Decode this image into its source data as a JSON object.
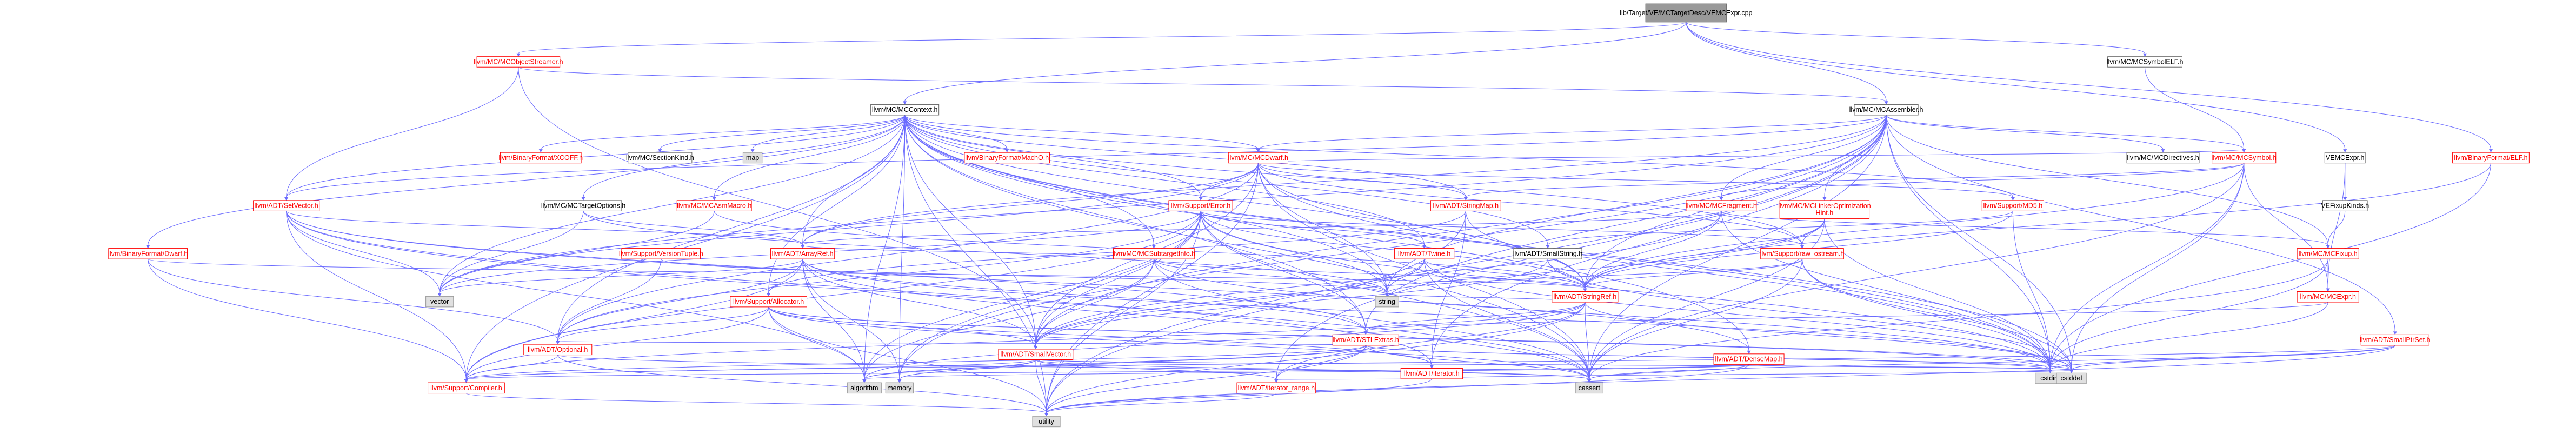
{
  "colors": {
    "root_fill": "#999999",
    "link_fill": "#ffffff",
    "link_stroke": "#ff0000",
    "link_text": "#ff0000",
    "plain_fill": "#ffffff",
    "plain_stroke": "#666666",
    "plain_text": "#000000",
    "system_fill": "#e0e0e0",
    "system_stroke": "#999999",
    "edge": "#6a6aff"
  },
  "nodes": [
    {
      "id": "root",
      "label": "lib/Target/VE/MCTargetDesc/VEMCExpr.cpp",
      "kind": "root"
    },
    {
      "id": "objstreamer",
      "label": "llvm/MC/MCObjectStreamer.h",
      "kind": "link"
    },
    {
      "id": "mccontext",
      "label": "llvm/MC/MCContext.h",
      "kind": "plain"
    },
    {
      "id": "mcassembler",
      "label": "llvm/MC/MCAssembler.h",
      "kind": "plain"
    },
    {
      "id": "mcsymbolelf",
      "label": "llvm/MC/MCSymbolELF.h",
      "kind": "plain"
    },
    {
      "id": "xcoff",
      "label": "llvm/BinaryFormat/XCOFF.h",
      "kind": "link"
    },
    {
      "id": "sectionkind",
      "label": "llvm/MC/SectionKind.h",
      "kind": "plain"
    },
    {
      "id": "map",
      "label": "map",
      "kind": "system"
    },
    {
      "id": "macho",
      "label": "llvm/BinaryFormat/MachO.h",
      "kind": "link"
    },
    {
      "id": "mcdwarf",
      "label": "llvm/MC/MCDwarf.h",
      "kind": "link"
    },
    {
      "id": "stringmap",
      "label": "llvm/ADT/StringMap.h",
      "kind": "link"
    },
    {
      "id": "mcfragment",
      "label": "llvm/MC/MCFragment.h",
      "kind": "link"
    },
    {
      "id": "mclinker",
      "label": "llvm/MC/MCLinkerOptimization\nHint.h",
      "kind": "link"
    },
    {
      "id": "md5",
      "label": "llvm/Support/MD5.h",
      "kind": "link"
    },
    {
      "id": "mcdirectives",
      "label": "llvm/MC/MCDirectives.h",
      "kind": "plain"
    },
    {
      "id": "mcsymbol",
      "label": "llvm/MC/MCSymbol.h",
      "kind": "link"
    },
    {
      "id": "vemcexpr",
      "label": "VEMCExpr.h",
      "kind": "plain"
    },
    {
      "id": "elf",
      "label": "llvm/BinaryFormat/ELF.h",
      "kind": "link"
    },
    {
      "id": "vefixupkinds",
      "label": "VEFixupKinds.h",
      "kind": "plain"
    },
    {
      "id": "mcfixup",
      "label": "llvm/MC/MCFixup.h",
      "kind": "link"
    },
    {
      "id": "mcexpr",
      "label": "llvm/MC/MCExpr.h",
      "kind": "link"
    },
    {
      "id": "setvector",
      "label": "llvm/ADT/SetVector.h",
      "kind": "link"
    },
    {
      "id": "dwarf",
      "label": "llvm/BinaryFormat/Dwarf.h",
      "kind": "link"
    },
    {
      "id": "targetoptions",
      "label": "llvm/MC/MCTargetOptions.h",
      "kind": "plain"
    },
    {
      "id": "asmmacro",
      "label": "llvm/MC/MCAsmMacro.h",
      "kind": "link"
    },
    {
      "id": "error",
      "label": "llvm/Support/Error.h",
      "kind": "link"
    },
    {
      "id": "versiontuple",
      "label": "llvm/Support/VersionTuple.h",
      "kind": "link"
    },
    {
      "id": "arrayref",
      "label": "llvm/ADT/ArrayRef.h",
      "kind": "link"
    },
    {
      "id": "subtargetinfo",
      "label": "llvm/MC/MCSubtargetInfo.h",
      "kind": "link"
    },
    {
      "id": "twine",
      "label": "llvm/ADT/Twine.h",
      "kind": "link"
    },
    {
      "id": "smallstring",
      "label": "llvm/ADT/SmallString.h",
      "kind": "plain"
    },
    {
      "id": "rawostream",
      "label": "llvm/Support/raw_ostream.h",
      "kind": "link"
    },
    {
      "id": "stringref",
      "label": "llvm/ADT/StringRef.h",
      "kind": "link"
    },
    {
      "id": "vector",
      "label": "vector",
      "kind": "system"
    },
    {
      "id": "string",
      "label": "string",
      "kind": "system"
    },
    {
      "id": "allocator",
      "label": "llvm/Support/Allocator.h",
      "kind": "link"
    },
    {
      "id": "stlextras",
      "label": "llvm/ADT/STLExtras.h",
      "kind": "link"
    },
    {
      "id": "optional",
      "label": "llvm/ADT/Optional.h",
      "kind": "link"
    },
    {
      "id": "smallvector",
      "label": "llvm/ADT/SmallVector.h",
      "kind": "link"
    },
    {
      "id": "iterator",
      "label": "llvm/ADT/iterator.h",
      "kind": "link"
    },
    {
      "id": "densemap",
      "label": "llvm/ADT/DenseMap.h",
      "kind": "link"
    },
    {
      "id": "smallptrset",
      "label": "llvm/ADT/SmallPtrSet.h",
      "kind": "link"
    },
    {
      "id": "cstdint",
      "label": "cstdint",
      "kind": "system"
    },
    {
      "id": "compiler",
      "label": "llvm/Support/Compiler.h",
      "kind": "link"
    },
    {
      "id": "algorithm",
      "label": "algorithm",
      "kind": "system"
    },
    {
      "id": "memory",
      "label": "memory",
      "kind": "system"
    },
    {
      "id": "iterrange",
      "label": "llvm/ADT/iterator_range.h",
      "kind": "link"
    },
    {
      "id": "cassert",
      "label": "cassert",
      "kind": "system"
    },
    {
      "id": "cstddef",
      "label": "cstddef",
      "kind": "system"
    },
    {
      "id": "utility",
      "label": "utility",
      "kind": "system"
    }
  ],
  "edges": [
    [
      "root",
      "objstreamer"
    ],
    [
      "root",
      "mccontext"
    ],
    [
      "root",
      "mcassembler"
    ],
    [
      "root",
      "mcsymbolelf"
    ],
    [
      "root",
      "vemcexpr"
    ],
    [
      "root",
      "elf"
    ],
    [
      "objstreamer",
      "mcassembler"
    ],
    [
      "objstreamer",
      "setvector"
    ],
    [
      "objstreamer",
      "smallvector"
    ],
    [
      "mcassembler",
      "mcdwarf"
    ],
    [
      "mcassembler",
      "mcfragment"
    ],
    [
      "mcassembler",
      "mclinker"
    ],
    [
      "mcassembler",
      "mcdirectives"
    ],
    [
      "mcassembler",
      "mcsymbol"
    ],
    [
      "mcassembler",
      "mcfixup"
    ],
    [
      "mcassembler",
      "stringref"
    ],
    [
      "mcassembler",
      "smallptrset"
    ],
    [
      "mcassembler",
      "smallvector"
    ],
    [
      "mcassembler",
      "iterator"
    ],
    [
      "mcassembler",
      "iterrange"
    ],
    [
      "mcassembler",
      "cassert"
    ],
    [
      "mcassembler",
      "cstddef"
    ],
    [
      "mcassembler",
      "cstdint"
    ],
    [
      "mcassembler",
      "string"
    ],
    [
      "mcassembler",
      "memory"
    ],
    [
      "mcassembler",
      "utility"
    ],
    [
      "mcassembler",
      "vector"
    ],
    [
      "mcassembler",
      "stlextras"
    ],
    [
      "mcassembler",
      "arrayref"
    ],
    [
      "mcassembler",
      "setvector"
    ],
    [
      "mcsymbolelf",
      "mcsymbol"
    ],
    [
      "mccontext",
      "xcoff"
    ],
    [
      "mccontext",
      "sectionkind"
    ],
    [
      "mccontext",
      "map"
    ],
    [
      "mccontext",
      "macho"
    ],
    [
      "mccontext",
      "mcdwarf"
    ],
    [
      "mccontext",
      "stringmap"
    ],
    [
      "mccontext",
      "md5"
    ],
    [
      "mccontext",
      "setvector"
    ],
    [
      "mccontext",
      "dwarf"
    ],
    [
      "mccontext",
      "targetoptions"
    ],
    [
      "mccontext",
      "asmmacro"
    ],
    [
      "mccontext",
      "error"
    ],
    [
      "mccontext",
      "subtargetinfo"
    ],
    [
      "mccontext",
      "twine"
    ],
    [
      "mccontext",
      "smallstring"
    ],
    [
      "mccontext",
      "rawostream"
    ],
    [
      "mccontext",
      "stringref"
    ],
    [
      "mccontext",
      "allocator"
    ],
    [
      "mccontext",
      "arrayref"
    ],
    [
      "mccontext",
      "densemap"
    ],
    [
      "mccontext",
      "smallvector"
    ],
    [
      "mccontext",
      "stlextras"
    ],
    [
      "mccontext",
      "compiler"
    ],
    [
      "mccontext",
      "optional"
    ],
    [
      "mccontext",
      "cstdint"
    ],
    [
      "mccontext",
      "cstddef"
    ],
    [
      "mccontext",
      "string"
    ],
    [
      "mccontext",
      "vector"
    ],
    [
      "mccontext",
      "memory"
    ],
    [
      "mccontext",
      "algorithm"
    ],
    [
      "mccontext",
      "utility"
    ],
    [
      "mccontext",
      "cassert"
    ],
    [
      "mcdwarf",
      "mcsymbol"
    ],
    [
      "mcdwarf",
      "stringmap"
    ],
    [
      "mcdwarf",
      "md5"
    ],
    [
      "mcdwarf",
      "error"
    ],
    [
      "mcdwarf",
      "smallvector"
    ],
    [
      "mcdwarf",
      "stringref"
    ],
    [
      "mcdwarf",
      "rawostream"
    ],
    [
      "mcdwarf",
      "arrayref"
    ],
    [
      "mcdwarf",
      "string"
    ],
    [
      "mcdwarf",
      "vector"
    ],
    [
      "mcdwarf",
      "cassert"
    ],
    [
      "mcdwarf",
      "cstdint"
    ],
    [
      "mcdwarf",
      "utility"
    ],
    [
      "mcdwarf",
      "optional"
    ],
    [
      "mcfragment",
      "mcfixup"
    ],
    [
      "mcfragment",
      "stringref"
    ],
    [
      "mcfragment",
      "smallvector"
    ],
    [
      "mcfragment",
      "arrayref"
    ],
    [
      "mcfragment",
      "cstdint"
    ],
    [
      "mclinker",
      "stringref"
    ],
    [
      "mclinker",
      "smallvector"
    ],
    [
      "mclinker",
      "rawostream"
    ],
    [
      "mclinker",
      "cassert"
    ],
    [
      "mclinker",
      "cstdint"
    ],
    [
      "mcsymbol",
      "mcexpr"
    ],
    [
      "mcsymbol",
      "mcfragment"
    ],
    [
      "mcsymbol",
      "stringmap"
    ],
    [
      "mcsymbol",
      "stringref"
    ],
    [
      "mcsymbol",
      "cassert"
    ],
    [
      "mcsymbol",
      "cstddef"
    ],
    [
      "mcsymbol",
      "cstdint"
    ],
    [
      "vemcexpr",
      "vefixupkinds"
    ],
    [
      "vemcexpr",
      "mcexpr"
    ],
    [
      "vefixupkinds",
      "mcfixup"
    ],
    [
      "mcfixup",
      "mcexpr"
    ],
    [
      "mcfixup",
      "cassert"
    ],
    [
      "mcfixup",
      "cstdint"
    ],
    [
      "mcexpr",
      "stlextras"
    ],
    [
      "mcexpr",
      "cstdint"
    ],
    [
      "elf",
      "stringref"
    ],
    [
      "elf",
      "cstdint"
    ],
    [
      "elf",
      "cstring"
    ],
    [
      "md5",
      "stringref"
    ],
    [
      "md5",
      "cstdint"
    ],
    [
      "md5",
      "smallstring"
    ],
    [
      "stringmap",
      "stringref"
    ],
    [
      "stringmap",
      "allocator"
    ],
    [
      "stringmap",
      "iterator"
    ],
    [
      "stringmap",
      "utility"
    ],
    [
      "setvector",
      "arrayref"
    ],
    [
      "setvector",
      "densemap"
    ],
    [
      "setvector",
      "stlextras"
    ],
    [
      "setvector",
      "compiler"
    ],
    [
      "setvector",
      "algorithm"
    ],
    [
      "setvector",
      "cassert"
    ],
    [
      "setvector",
      "iterator"
    ],
    [
      "setvector",
      "vector"
    ],
    [
      "dwarf",
      "stringref"
    ],
    [
      "dwarf",
      "optional"
    ],
    [
      "dwarf",
      "compiler"
    ],
    [
      "targetoptions",
      "arrayref"
    ],
    [
      "targetoptions",
      "string"
    ],
    [
      "targetoptions",
      "vector"
    ],
    [
      "asmmacro",
      "stringref"
    ],
    [
      "asmmacro",
      "vector"
    ],
    [
      "error",
      "stringref"
    ],
    [
      "error",
      "twine"
    ],
    [
      "error",
      "stlextras"
    ],
    [
      "error",
      "smallvector"
    ],
    [
      "error",
      "compiler"
    ],
    [
      "error",
      "rawostream"
    ],
    [
      "error",
      "algorithm"
    ],
    [
      "error",
      "cassert"
    ],
    [
      "error",
      "cstdint"
    ],
    [
      "error",
      "memory"
    ],
    [
      "error",
      "string"
    ],
    [
      "error",
      "utility"
    ],
    [
      "error",
      "vector"
    ],
    [
      "error",
      "optional"
    ],
    [
      "versiontuple",
      "optional"
    ],
    [
      "versiontuple",
      "string"
    ],
    [
      "subtargetinfo",
      "arrayref"
    ],
    [
      "subtargetinfo",
      "stringref"
    ],
    [
      "subtargetinfo",
      "smallvector"
    ],
    [
      "subtargetinfo",
      "algorithm"
    ],
    [
      "subtargetinfo",
      "cassert"
    ],
    [
      "subtargetinfo",
      "cstdint"
    ],
    [
      "subtargetinfo",
      "string"
    ],
    [
      "twine",
      "smallvector"
    ],
    [
      "twine",
      "stringref"
    ],
    [
      "twine",
      "cassert"
    ],
    [
      "twine",
      "cstdint"
    ],
    [
      "twine",
      "string"
    ],
    [
      "smallstring",
      "smallvector"
    ],
    [
      "smallstring",
      "stringref"
    ],
    [
      "smallstring",
      "cstddef"
    ],
    [
      "rawostream",
      "stringref"
    ],
    [
      "rawostream",
      "cassert"
    ],
    [
      "rawostream",
      "cstddef"
    ],
    [
      "rawostream",
      "cstdint"
    ],
    [
      "rawostream",
      "string"
    ],
    [
      "stringref",
      "stlextras"
    ],
    [
      "stringref",
      "iterrange"
    ],
    [
      "stringref",
      "compiler"
    ],
    [
      "stringref",
      "algorithm"
    ],
    [
      "stringref",
      "cassert"
    ],
    [
      "stringref",
      "cstddef"
    ],
    [
      "stringref",
      "string"
    ],
    [
      "stringref",
      "utility"
    ],
    [
      "allocator",
      "smallvector"
    ],
    [
      "allocator",
      "compiler"
    ],
    [
      "allocator",
      "algorithm"
    ],
    [
      "allocator",
      "cassert"
    ],
    [
      "allocator",
      "cstddef"
    ],
    [
      "allocator",
      "cstdint"
    ],
    [
      "allocator",
      "iterator"
    ],
    [
      "allocator",
      "optional"
    ],
    [
      "allocator",
      "utility"
    ],
    [
      "arrayref",
      "smallvector"
    ],
    [
      "arrayref",
      "stlextras"
    ],
    [
      "arrayref",
      "compiler"
    ],
    [
      "arrayref",
      "algorithm"
    ],
    [
      "arrayref",
      "memory"
    ],
    [
      "arrayref",
      "vector"
    ],
    [
      "arrayref",
      "cassert"
    ],
    [
      "arrayref",
      "cstddef"
    ],
    [
      "arrayref",
      "optional"
    ],
    [
      "stlextras",
      "iterator"
    ],
    [
      "stlextras",
      "iterrange"
    ],
    [
      "stlextras",
      "compiler"
    ],
    [
      "stlextras",
      "algorithm"
    ],
    [
      "stlextras",
      "cassert"
    ],
    [
      "stlextras",
      "cstddef"
    ],
    [
      "stlextras",
      "cstdint"
    ],
    [
      "stlextras",
      "memory"
    ],
    [
      "stlextras",
      "utility"
    ],
    [
      "stlextras",
      "optional"
    ],
    [
      "optional",
      "compiler"
    ],
    [
      "optional",
      "cassert"
    ],
    [
      "optional",
      "utility"
    ],
    [
      "smallvector",
      "compiler"
    ],
    [
      "smallvector",
      "algorithm"
    ],
    [
      "smallvector",
      "cassert"
    ],
    [
      "smallvector",
      "cstddef"
    ],
    [
      "smallvector",
      "cstdint"
    ],
    [
      "smallvector",
      "memory"
    ],
    [
      "smallvector",
      "utility"
    ],
    [
      "smallvector",
      "iterrange"
    ],
    [
      "iterator",
      "iterrange"
    ],
    [
      "iterator",
      "cstddef"
    ],
    [
      "iterator",
      "utility"
    ],
    [
      "densemap",
      "compiler"
    ],
    [
      "densemap",
      "algorithm"
    ],
    [
      "densemap",
      "cassert"
    ],
    [
      "densemap",
      "cstddef"
    ],
    [
      "densemap",
      "utility"
    ],
    [
      "smallptrset",
      "compiler"
    ],
    [
      "smallptrset",
      "cassert"
    ],
    [
      "smallptrset",
      "cstddef"
    ],
    [
      "smallptrset",
      "cstdint"
    ],
    [
      "smallptrset",
      "utility"
    ],
    [
      "compiler",
      "utility"
    ],
    [
      "iterrange",
      "utility"
    ]
  ]
}
